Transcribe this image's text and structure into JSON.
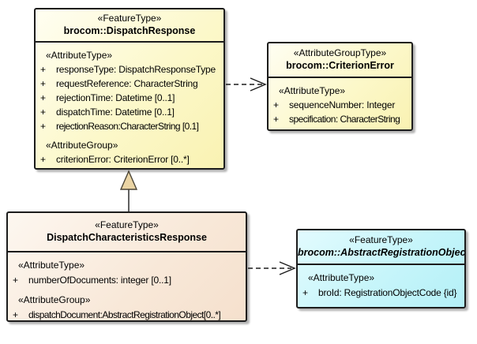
{
  "colors": {
    "yellow_fill": "#FCF8CA",
    "peach_fill": "#F8E8D8",
    "cyan_fill": "#C6F5FA",
    "border": "#1C1C1C",
    "generalization_triangle_fill": "#EAD4A4",
    "shadow": "#B4B4B4"
  },
  "boxes": {
    "dispatchResponse": {
      "stereotype": "«FeatureType»",
      "name": "brocom::DispatchResponse",
      "sections": [
        {
          "heading": "«AttributeType»",
          "items": [
            {
              "v": "+",
              "t": "responseType: DispatchResponseType"
            },
            {
              "v": "+",
              "t": "requestReference: CharacterString"
            },
            {
              "v": "+",
              "t": "rejectionTime: Datetime [0..1]"
            },
            {
              "v": "+",
              "t": "dispatchTime: Datetime [0..1]"
            },
            {
              "v": "+",
              "t": "rejectionReason:CharacterString [0.1]"
            }
          ]
        },
        {
          "heading": "«AttributeGroup»",
          "items": [
            {
              "v": "+",
              "t": "criterionError: CriterionError [0..*]"
            }
          ]
        }
      ]
    },
    "criterionError": {
      "stereotype": "«AttributeGroupType»",
      "name": "brocom::CriterionError",
      "sections": [
        {
          "heading": "«AttributeType»",
          "items": [
            {
              "v": "+",
              "t": "sequenceNumber: Integer"
            },
            {
              "v": "+",
              "t": "specification: CharacterString"
            }
          ]
        }
      ]
    },
    "dispatchCharacteristicsResponse": {
      "stereotype": "«FeatureType»",
      "name": "DispatchCharacteristicsResponse",
      "sections": [
        {
          "heading": "«AttributeType»",
          "items": [
            {
              "v": "+",
              "t": "numberOfDocuments: integer [0..1]"
            }
          ]
        },
        {
          "heading": "«AttributeGroup»",
          "items": [
            {
              "v": "+",
              "t": "dispatchDocument:AbstractRegistrationObject[0..*]"
            }
          ]
        }
      ]
    },
    "abstractRegistrationObject": {
      "stereotype": "«FeatureType»",
      "name": "brocom::AbstractRegistrationObject",
      "sections": [
        {
          "heading": "«AttributeType»",
          "items": [
            {
              "v": "+",
              "t": "broId: RegistrationObjectCode {id}"
            }
          ]
        }
      ]
    }
  },
  "connectors": [
    {
      "type": "dependency",
      "style": "dashed-open-arrow",
      "from": "brocom::DispatchResponse",
      "to": "brocom::CriterionError"
    },
    {
      "type": "generalization",
      "style": "solid-hollow-triangle",
      "from": "DispatchCharacteristicsResponse",
      "to": "brocom::DispatchResponse"
    },
    {
      "type": "dependency",
      "style": "dashed-open-arrow",
      "from": "DispatchCharacteristicsResponse",
      "to": "brocom::AbstractRegistrationObject"
    }
  ]
}
